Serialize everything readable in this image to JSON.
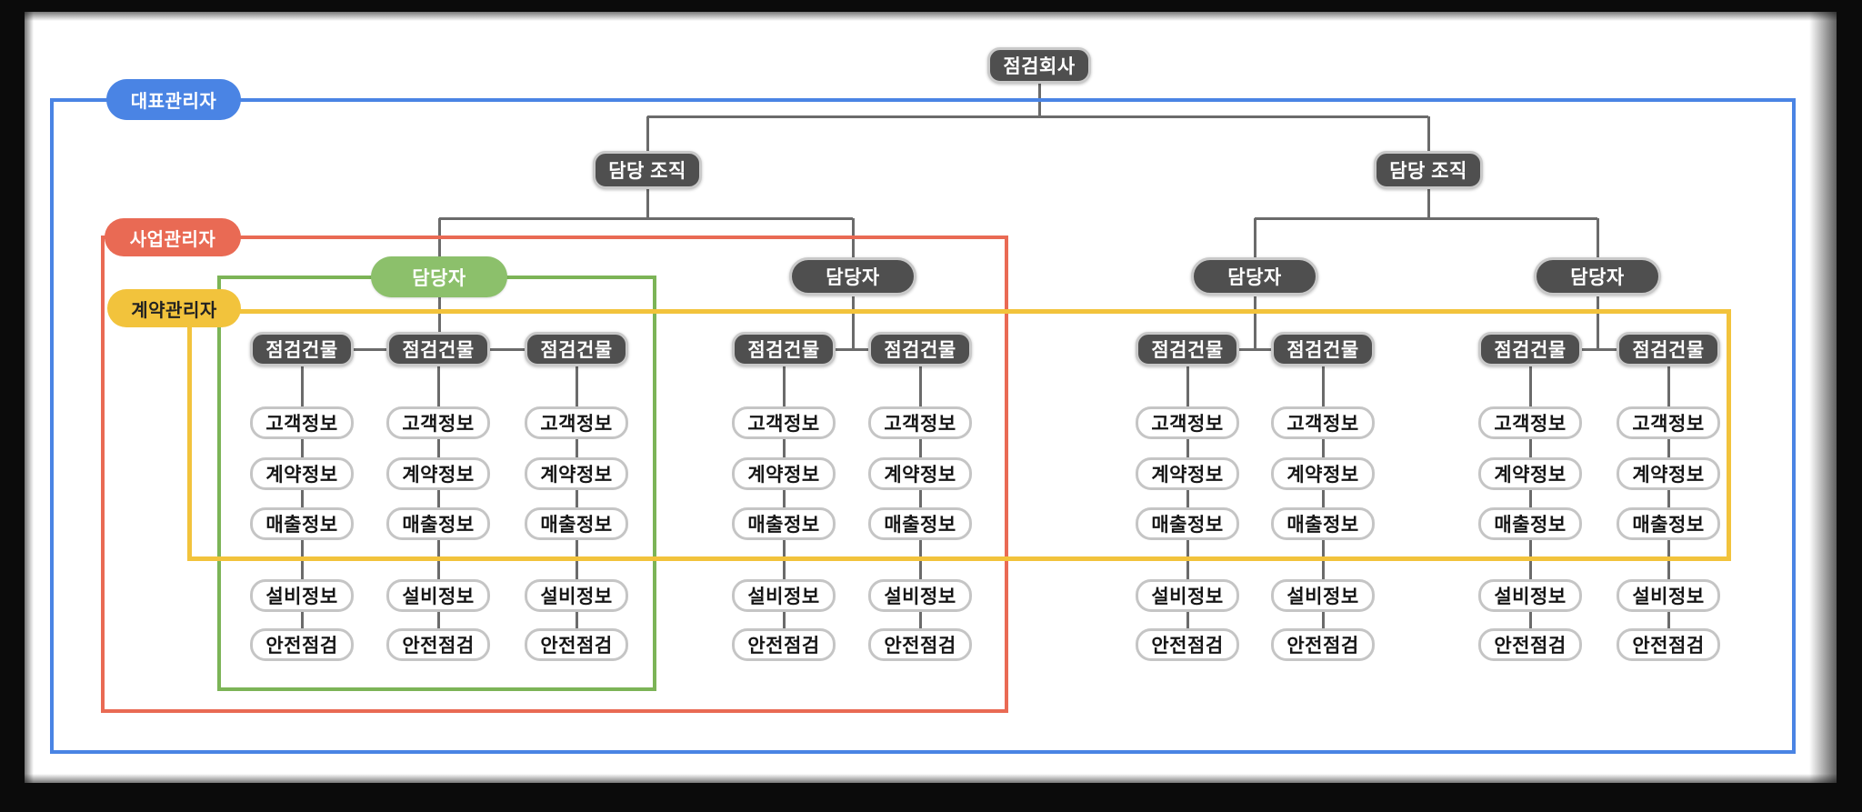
{
  "diagram": {
    "root_label": "점검회사",
    "org_unit_label": "담당 조직",
    "staff_label": "담당자",
    "building_label": "점검건물",
    "leaf_labels": [
      "고객정보",
      "계약정보",
      "매출정보",
      "설비정보",
      "안전점검"
    ],
    "boundaries": {
      "blue": {
        "label": "대표관리자"
      },
      "red": {
        "label": "사업관리자"
      },
      "yellow": {
        "label": "계약관리자"
      },
      "green": {
        "label": ""
      }
    },
    "structure": {
      "orgs": [
        {
          "staff": [
            {
              "buildings": 3,
              "highlighted": true
            },
            {
              "buildings": 2,
              "highlighted": false
            }
          ]
        },
        {
          "staff": [
            {
              "buildings": 2,
              "highlighted": false
            },
            {
              "buildings": 2,
              "highlighted": false
            }
          ]
        }
      ],
      "leaves_per_building": 5
    }
  },
  "colors": {
    "blue": "#4a84e4",
    "red": "#e96a54",
    "yellow": "#f2c33c",
    "green_box": "#7cb457",
    "green_pill": "#8cc06b",
    "node_dark": "#4f4f4f",
    "node_ring": "#c9c9c9",
    "leaf_border": "#c5c5c5",
    "line": "#6b6b6b",
    "frame": "#0b0b0b"
  }
}
